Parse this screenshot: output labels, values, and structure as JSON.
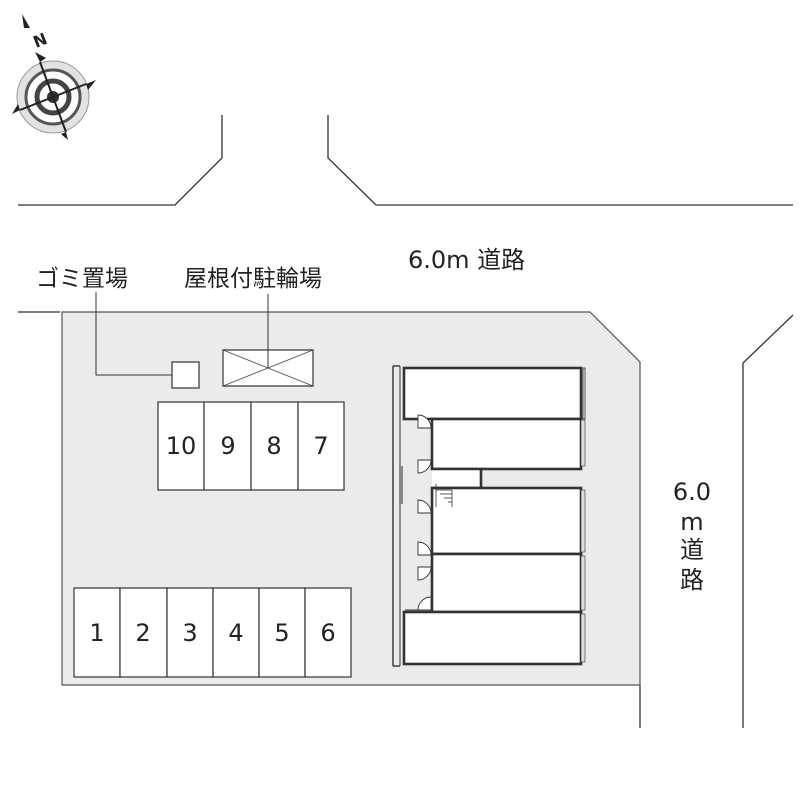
{
  "compass": {
    "north_label": "N"
  },
  "roads": {
    "north_label": "6.0m 道路",
    "east_label": {
      "line1": "6.0",
      "line2": "m",
      "line3": "道",
      "line4": "路"
    }
  },
  "facilities": {
    "garbage_label": "ゴミ置場",
    "bike_parking_label": "屋根付駐輪場"
  },
  "parking": {
    "upper_row": [
      "10",
      "9",
      "8",
      "7"
    ],
    "lower_row": [
      "1",
      "2",
      "3",
      "4",
      "5",
      "6"
    ]
  },
  "colors": {
    "site_fill": "#ebebeb",
    "line": "#333333",
    "bg": "#ffffff"
  }
}
